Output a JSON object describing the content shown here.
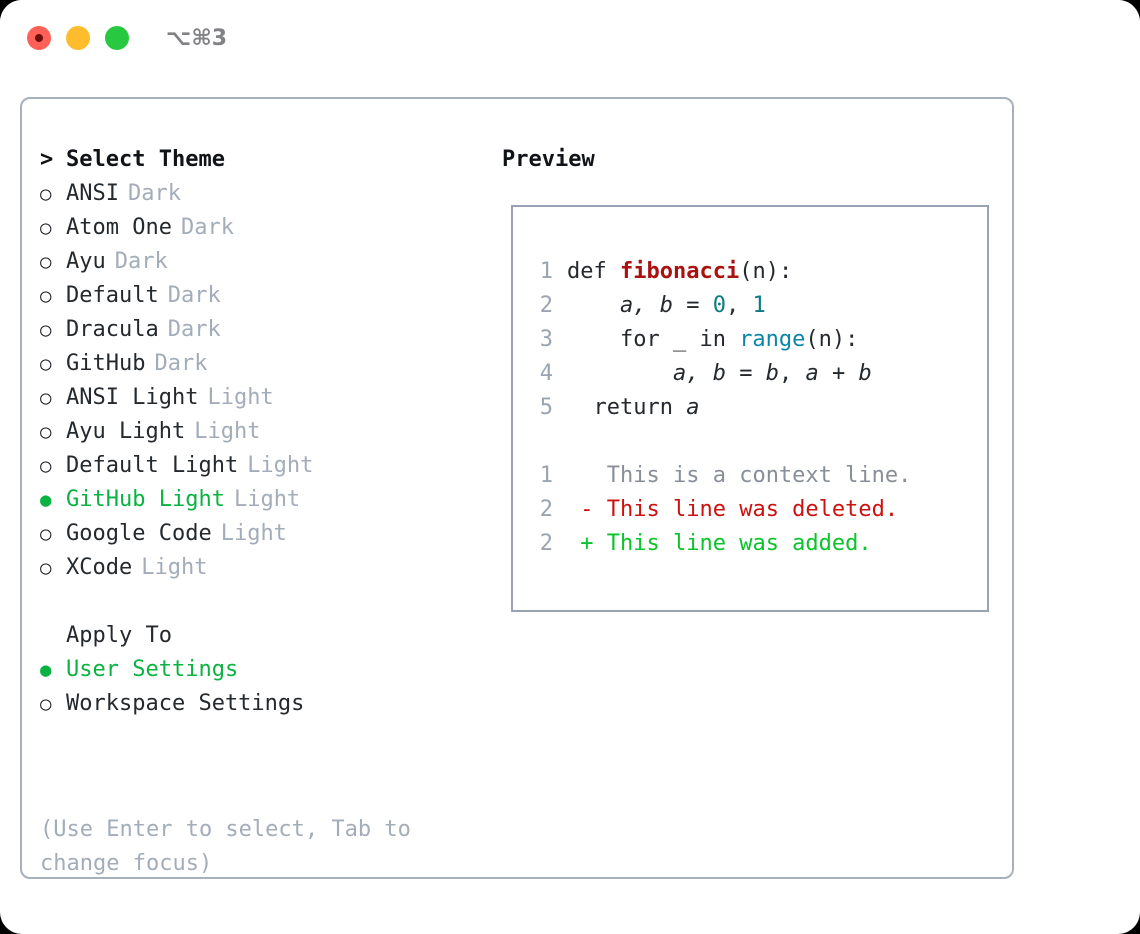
{
  "window": {
    "shortcut": "⌥⌘3",
    "traffic_lights": [
      {
        "name": "close",
        "color": "#ff6159"
      },
      {
        "name": "minimize",
        "color": "#ffbd2e"
      },
      {
        "name": "maximize",
        "color": "#28c840"
      }
    ]
  },
  "theme_picker": {
    "heading_prefix": ">",
    "heading": "Select Theme",
    "bullet_empty": "○",
    "bullet_filled": "●",
    "items": [
      {
        "label": "ANSI",
        "badge": "Dark",
        "selected": false
      },
      {
        "label": "Atom One",
        "badge": "Dark",
        "selected": false
      },
      {
        "label": "Ayu",
        "badge": "Dark",
        "selected": false
      },
      {
        "label": "Default",
        "badge": "Dark",
        "selected": false
      },
      {
        "label": "Dracula",
        "badge": "Dark",
        "selected": false
      },
      {
        "label": "GitHub",
        "badge": "Dark",
        "selected": false
      },
      {
        "label": "ANSI Light",
        "badge": "Light",
        "selected": false
      },
      {
        "label": "Ayu Light",
        "badge": "Light",
        "selected": false
      },
      {
        "label": "Default Light",
        "badge": "Light",
        "selected": false
      },
      {
        "label": "GitHub Light",
        "badge": "Light",
        "selected": true
      },
      {
        "label": "Google Code",
        "badge": "Light",
        "selected": false
      },
      {
        "label": "XCode",
        "badge": "Light",
        "selected": false
      }
    ]
  },
  "apply_to": {
    "heading": "Apply To",
    "items": [
      {
        "label": "User Settings",
        "selected": true
      },
      {
        "label": "Workspace Settings",
        "selected": false
      }
    ]
  },
  "hint": "(Use Enter to select, Tab to change focus)",
  "preview": {
    "title": "Preview",
    "code_lines": [
      {
        "num": "1",
        "tokens": [
          {
            "text": "def ",
            "type": "kw"
          },
          {
            "text": "fibonacci",
            "type": "fn"
          },
          {
            "text": "(n):",
            "type": "punct"
          }
        ]
      },
      {
        "num": "2",
        "tokens": [
          {
            "text": "    ",
            "type": "punct"
          },
          {
            "text": "a, b",
            "type": "var"
          },
          {
            "text": " = ",
            "type": "punct"
          },
          {
            "text": "0",
            "type": "num"
          },
          {
            "text": ", ",
            "type": "punct"
          },
          {
            "text": "1",
            "type": "num"
          }
        ]
      },
      {
        "num": "3",
        "tokens": [
          {
            "text": "    for _ in ",
            "type": "kw"
          },
          {
            "text": "range",
            "type": "call"
          },
          {
            "text": "(n):",
            "type": "punct"
          }
        ]
      },
      {
        "num": "4",
        "tokens": [
          {
            "text": "        ",
            "type": "punct"
          },
          {
            "text": "a, b",
            "type": "var"
          },
          {
            "text": " = ",
            "type": "punct"
          },
          {
            "text": "b",
            "type": "var"
          },
          {
            "text": ", ",
            "type": "punct"
          },
          {
            "text": "a",
            "type": "var"
          },
          {
            "text": " + ",
            "type": "punct"
          },
          {
            "text": "b",
            "type": "var"
          }
        ]
      },
      {
        "num": "5",
        "tokens": [
          {
            "text": "  return ",
            "type": "kw"
          },
          {
            "text": "a",
            "type": "var"
          }
        ]
      }
    ],
    "diff_lines": [
      {
        "num": "1",
        "marker": " ",
        "text": "This is a context line.",
        "kind": "ctx"
      },
      {
        "num": "2",
        "marker": "-",
        "text": "This line was deleted.",
        "kind": "del"
      },
      {
        "num": "2",
        "marker": "+",
        "text": "This line was added.",
        "kind": "add"
      }
    ]
  },
  "colors": {
    "accent_green": "#0ab341",
    "diff_add": "#0bc32a",
    "diff_del": "#cc1111",
    "badge_muted": "#a3adba",
    "panel_border": "#a7b0bd",
    "code_border": "#97a3b4",
    "fn_red": "#aa1111",
    "num_teal": "#0c7b83",
    "call_blue": "#0b86a8"
  }
}
